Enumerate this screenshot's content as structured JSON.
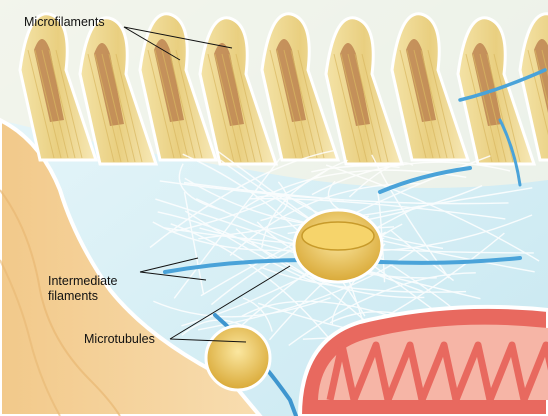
{
  "labels": {
    "microfilaments": "Microfilaments",
    "intermediate_filaments": "Intermediate\nfilaments",
    "microtubules": "Microtubules"
  },
  "colors": {
    "microvilli": "#efd792",
    "cytoplasm": "#d7f0f6",
    "membrane": "#f3cf93",
    "microtubule": "#4aa3d9",
    "mitochondrion": "#e8695f",
    "vesicle": "#e8c25a"
  }
}
